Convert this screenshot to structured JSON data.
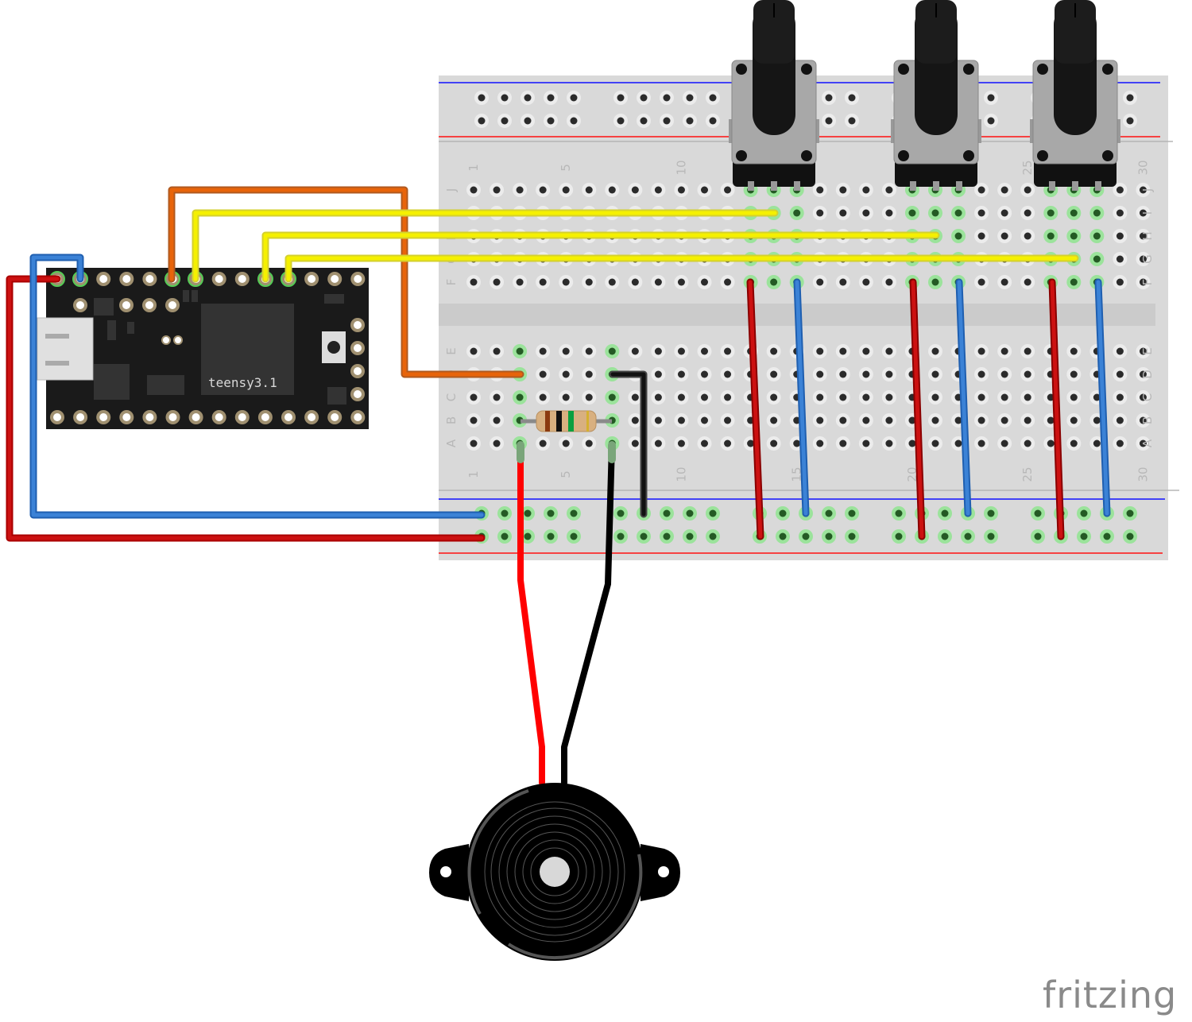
{
  "diagram": {
    "type": "breadboard-circuit",
    "tool_logo": "fritzing",
    "microcontroller": {
      "label": "teensy3.1"
    },
    "breadboard": {
      "row_labels_top": [
        "J",
        "I",
        "H",
        "G",
        "F"
      ],
      "row_labels_bottom": [
        "E",
        "D",
        "C",
        "B",
        "A"
      ],
      "column_labels": [
        "1",
        "5",
        "10",
        "15",
        "20",
        "25",
        "30"
      ],
      "columns": 30
    },
    "components": [
      {
        "name": "Teensy 3.1",
        "kind": "microcontroller"
      },
      {
        "name": "Potentiometer 1",
        "kind": "rotary-potentiometer"
      },
      {
        "name": "Potentiometer 2",
        "kind": "rotary-potentiometer"
      },
      {
        "name": "Potentiometer 3",
        "kind": "rotary-potentiometer"
      },
      {
        "name": "Resistor",
        "kind": "resistor",
        "bands": [
          "#8b3a0f",
          "#111111",
          "#0aa040",
          "#d4b030"
        ]
      },
      {
        "name": "Piezo Buzzer",
        "kind": "buzzer"
      }
    ],
    "wire_colors": {
      "red": "#cc1111",
      "blue": "#3b82d6",
      "yellow": "#f5f000",
      "orange": "#e8640a",
      "black": "#111111",
      "buzzer_red": "#ff0000"
    }
  }
}
